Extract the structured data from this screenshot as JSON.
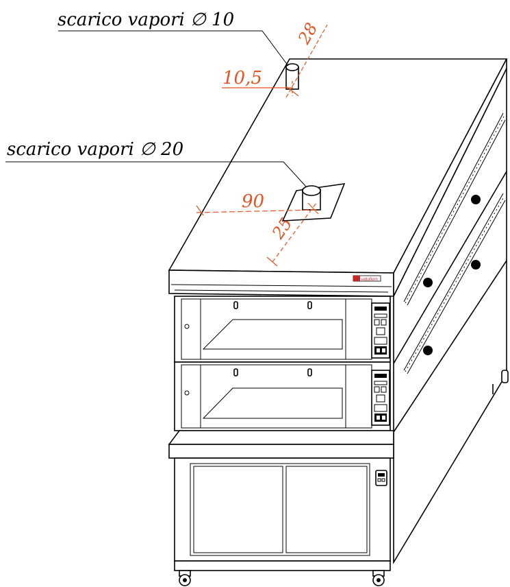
{
  "labels": {
    "exhaust_small": "scarico vapori ∅ 10",
    "exhaust_large": "scarico vapori ∅ 20"
  },
  "dimensions": {
    "small_height": "28",
    "small_offset": "10,5",
    "large_offset": "90",
    "large_depth": "25"
  },
  "brand": {
    "logo_text": "sottofiorn"
  },
  "colors": {
    "dimension": "#e8521e",
    "line": "#000000"
  }
}
